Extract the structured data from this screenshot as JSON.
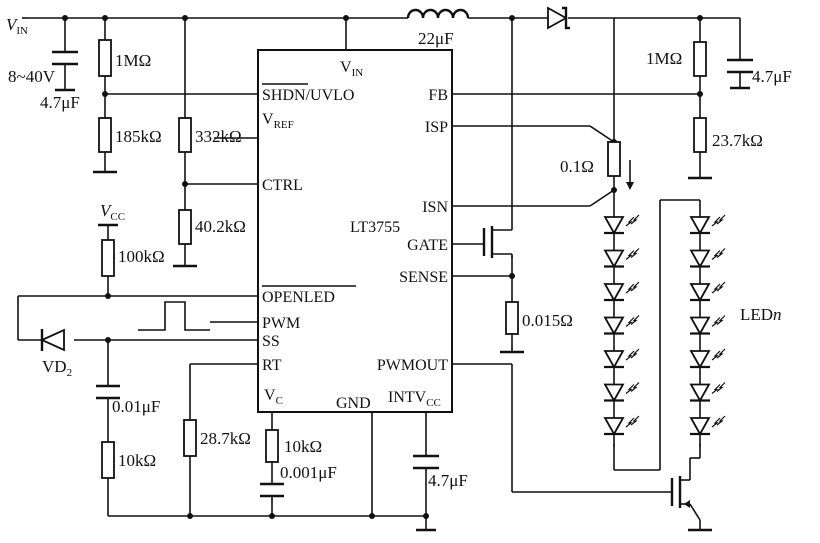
{
  "circuit": {
    "input": {
      "symbol": "V",
      "subscript": "IN",
      "range": "8~40V"
    },
    "ic": {
      "name": "LT3755",
      "top_pin": {
        "main": "V",
        "sub": "IN"
      },
      "left_pins": [
        "SHDN/UVLO",
        "CTRL",
        "OPENLED",
        "PWM",
        "SS",
        "RT"
      ],
      "vref": {
        "main": "V",
        "sub": "REF"
      },
      "right_pins": [
        "FB",
        "ISP",
        "ISN",
        "GATE",
        "SENSE",
        "PWMOUT"
      ],
      "bottom_pins": {
        "vc_main": "V",
        "vc_sub": "C",
        "gnd": "GND",
        "intv_main": "INTV",
        "intv_sub": "CC"
      }
    },
    "vcc": {
      "main": "V",
      "sub": "CC"
    },
    "vd2": {
      "main": "VD",
      "sub": "2"
    },
    "components": {
      "inductor": "22μF",
      "c_in": "4.7μF",
      "r_uvlo_top": "1MΩ",
      "r_uvlo_bottom": "185kΩ",
      "r_ctrl_top": "332kΩ",
      "r_ctrl_bottom": "40.2kΩ",
      "r_pullup": "100kΩ",
      "c_ss": "0.01μF",
      "r_ss": "10kΩ",
      "r_rt": "28.7kΩ",
      "r_vc": "10kΩ",
      "c_vc": "0.001μF",
      "c_intvcc": "4.7μF",
      "r_sense": "0.015Ω",
      "r_fb_top": "1MΩ",
      "c_out": "4.7μF",
      "r_fb_bottom": "23.7kΩ",
      "r_led_sense": "0.1Ω"
    },
    "led_label": {
      "main": "LED",
      "italic": "n"
    }
  }
}
